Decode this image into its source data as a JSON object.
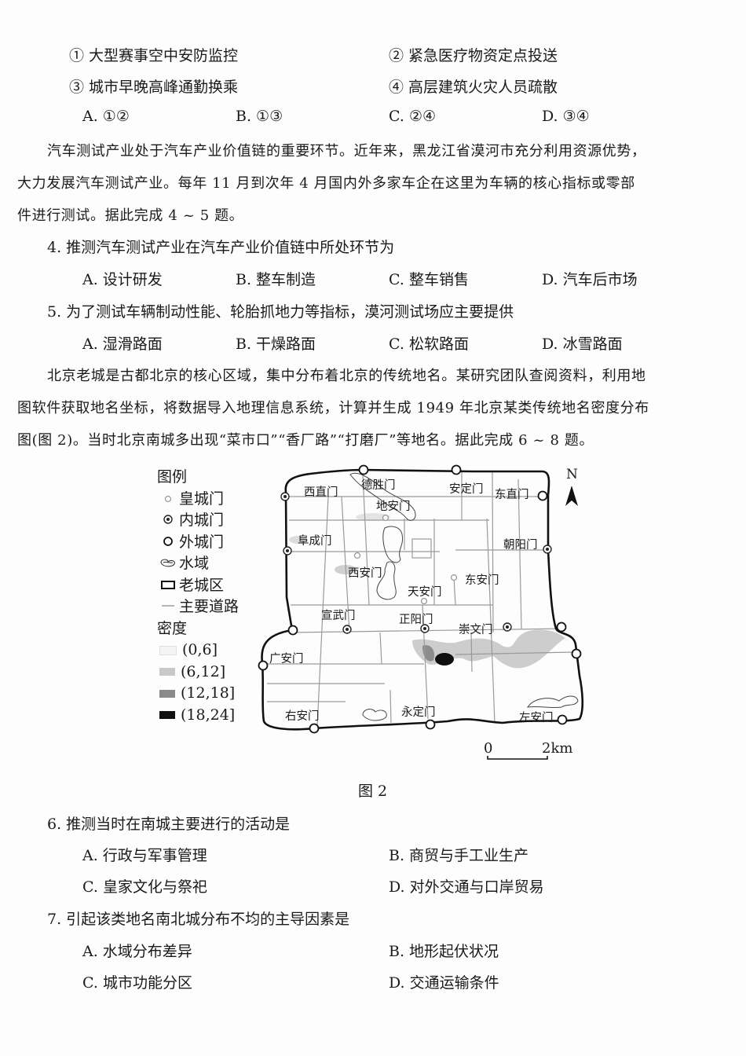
{
  "q3_options": {
    "items": [
      "① 大型赛事空中安防监控",
      "② 紧急医疗物资定点投送",
      "③ 城市早晚高峰通勤换乘",
      "④ 高层建筑火灾人员疏散"
    ],
    "choices": [
      "A. ①②",
      "B. ①③",
      "C. ②④",
      "D. ③④"
    ]
  },
  "passage1": {
    "lines": [
      "汽车测试产业处于汽车产业价值链的重要环节。近年来，黑龙江省漠河市充分利用资源优势，",
      "大力发展汽车测试产业。每年 11 月到次年 4 月国内外多家车企在这里为车辆的核心指标或零部",
      "件进行测试。据此完成 4 ~ 5 题。"
    ]
  },
  "q4": {
    "stem": "4. 推测汽车测试产业在汽车产业价值链中所处环节为",
    "choices": [
      "A. 设计研发",
      "B. 整车制造",
      "C. 整车销售",
      "D. 汽车后市场"
    ]
  },
  "q5": {
    "stem": "5. 为了测试车辆制动性能、轮胎抓地力等指标，漠河测试场应主要提供",
    "choices": [
      "A. 湿滑路面",
      "B. 干燥路面",
      "C. 松软路面",
      "D. 冰雪路面"
    ]
  },
  "passage2": {
    "lines": [
      "北京老城是古都北京的核心区域，集中分布着北京的传统地名。某研究团队查阅资料，利用地",
      "图软件获取地名坐标，将数据导入地理信息系统，计算并生成 1949 年北京某类传统地名密度分布",
      "图(图 2)。当时北京南城多出现“菜市口”“香厂路”“打磨厂”等地名。据此完成 6 ~ 8 题。"
    ]
  },
  "figure": {
    "caption": "图 2",
    "legend": {
      "title": "图例",
      "items": [
        {
          "icon": "imperial-gate-icon",
          "label": "皇城门"
        },
        {
          "icon": "inner-gate-icon",
          "label": "内城门"
        },
        {
          "icon": "outer-gate-icon",
          "label": "外城门"
        },
        {
          "icon": "water-icon",
          "label": "水域"
        },
        {
          "icon": "old-city-icon",
          "label": "老城区"
        },
        {
          "icon": "road-icon",
          "label": "主要道路"
        }
      ],
      "density_title": "密度",
      "density": [
        {
          "label": "(0,6]",
          "color": "#f4f4f4"
        },
        {
          "label": "(6,12]",
          "color": "#c8c8c8"
        },
        {
          "label": "(12,18]",
          "color": "#8a8a8a"
        },
        {
          "label": "(18,24]",
          "color": "#111111"
        }
      ]
    },
    "gates": {
      "imperial": [
        "地安门",
        "西安门",
        "东安门",
        "天安门"
      ],
      "inner": [
        "西直门",
        "德胜门",
        "安定门",
        "东直门",
        "阜成门",
        "朝阳门",
        "宣武门",
        "正阳门",
        "崇文门"
      ],
      "outer": [
        "广安门",
        "右安门",
        "永定门",
        "左安门"
      ]
    },
    "labels": {
      "xizhimen": "西直门",
      "deshengmen": "德胜门",
      "andingmen": "安定门",
      "dongzhimen": "东直门",
      "dianmen": "地安门",
      "fuchengmen": "阜成门",
      "chaoyangmen": "朝阳门",
      "xianmen": "西安门",
      "donganmen": "东安门",
      "tiananmen": "天安门",
      "xuanwumen": "宣武门",
      "zhengyangmen": "正阳门",
      "chongwenmen": "崇文门",
      "guanganmen": "广安门",
      "youanmen": "右安门",
      "yongdingmen": "永定门",
      "zuoanmen": "左安门"
    },
    "north": "N",
    "scale": {
      "start": "0",
      "end": "2km"
    }
  },
  "q6": {
    "stem": "6. 推测当时在南城主要进行的活动是",
    "choices": [
      "A. 行政与军事管理",
      "B. 商贸与手工业生产",
      "C. 皇家文化与祭祀",
      "D. 对外交通与口岸贸易"
    ]
  },
  "q7": {
    "stem": "7. 引起该类地名南北城分布不均的主导因素是",
    "choices": [
      "A. 水域分布差异",
      "B. 地形起伏状况",
      "C. 城市功能分区",
      "D. 交通运输条件"
    ]
  }
}
